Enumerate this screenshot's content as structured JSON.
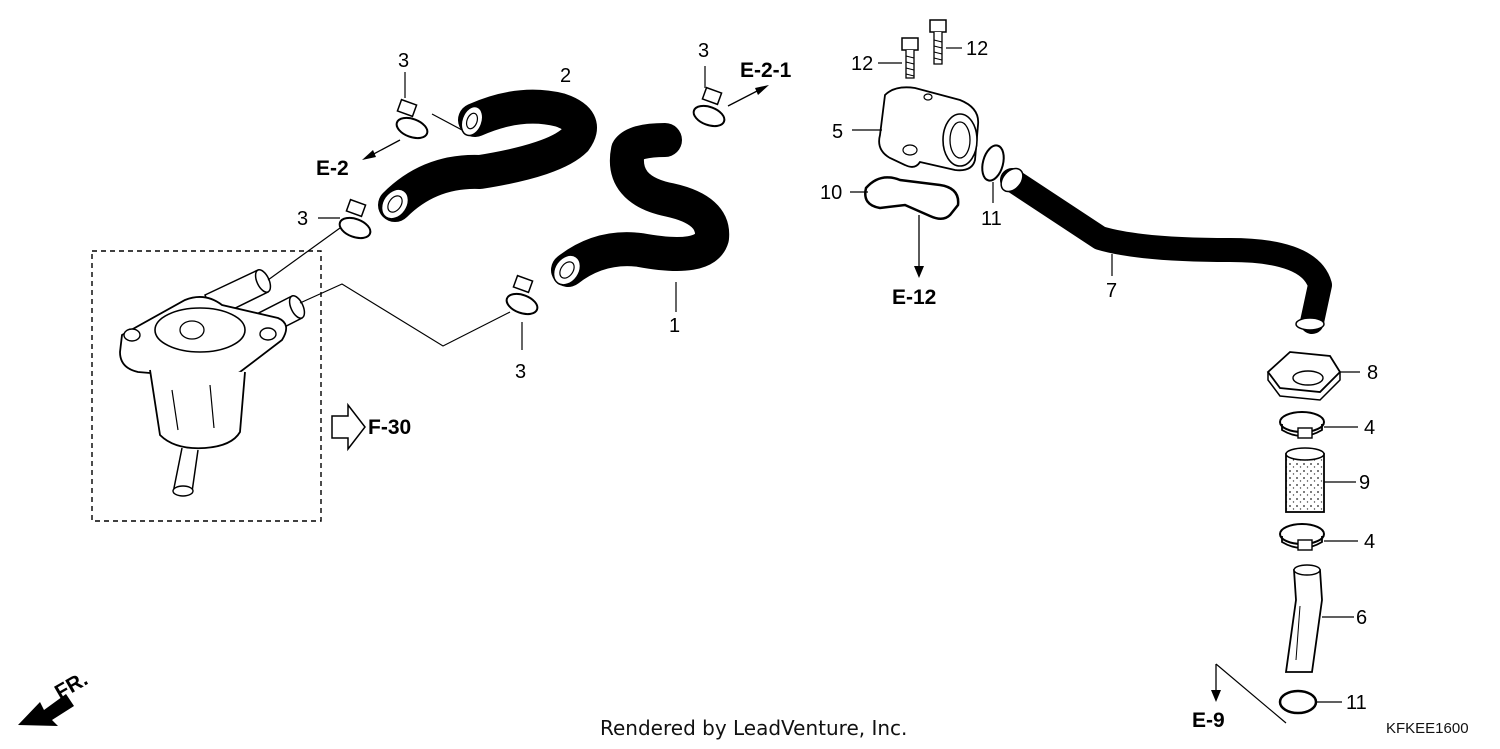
{
  "callouts": {
    "p1": "1",
    "p2": "2",
    "p3a": "3",
    "p3b": "3",
    "p3c": "3",
    "p3d": "3",
    "p4a": "4",
    "p4b": "4",
    "p5": "5",
    "p6": "6",
    "p7": "7",
    "p8": "8",
    "p9": "9",
    "p10": "10",
    "p11a": "11",
    "p11b": "11",
    "p12a": "12",
    "p12b": "12"
  },
  "references": {
    "e2": "E-2",
    "e21": "E-2-1",
    "e12": "E-12",
    "f30": "F-30",
    "e9": "E-9",
    "fr": "FR."
  },
  "footer": {
    "rendered_by": "Rendered by LeadVenture, Inc.",
    "diagram_code": "KFKEE1600"
  }
}
